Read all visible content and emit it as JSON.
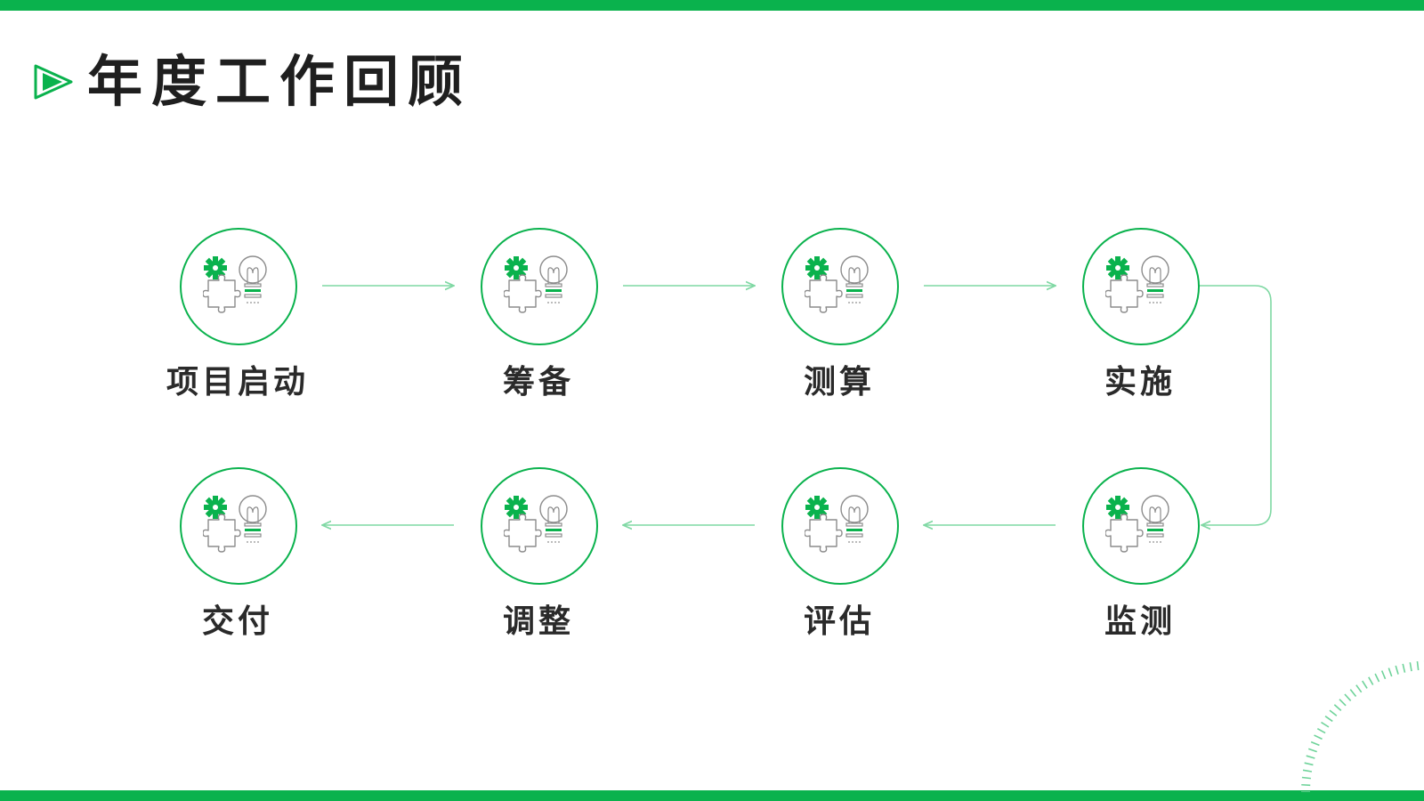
{
  "header": {
    "title": "年度工作回顾",
    "logo_icon": "play-triangle-logo"
  },
  "colors": {
    "accent": "#0ab24d",
    "connector": "#7fd8a3",
    "text": "#2a2a2a"
  },
  "steps": [
    {
      "label": "项目启动",
      "icon": "gear-puzzle-bulb-icon"
    },
    {
      "label": "筹备",
      "icon": "gear-puzzle-bulb-icon"
    },
    {
      "label": "测算",
      "icon": "gear-puzzle-bulb-icon"
    },
    {
      "label": "实施",
      "icon": "gear-puzzle-bulb-icon"
    },
    {
      "label": "监测",
      "icon": "gear-puzzle-bulb-icon"
    },
    {
      "label": "评估",
      "icon": "gear-puzzle-bulb-icon"
    },
    {
      "label": "调整",
      "icon": "gear-puzzle-bulb-icon"
    },
    {
      "label": "交付",
      "icon": "gear-puzzle-bulb-icon"
    }
  ]
}
